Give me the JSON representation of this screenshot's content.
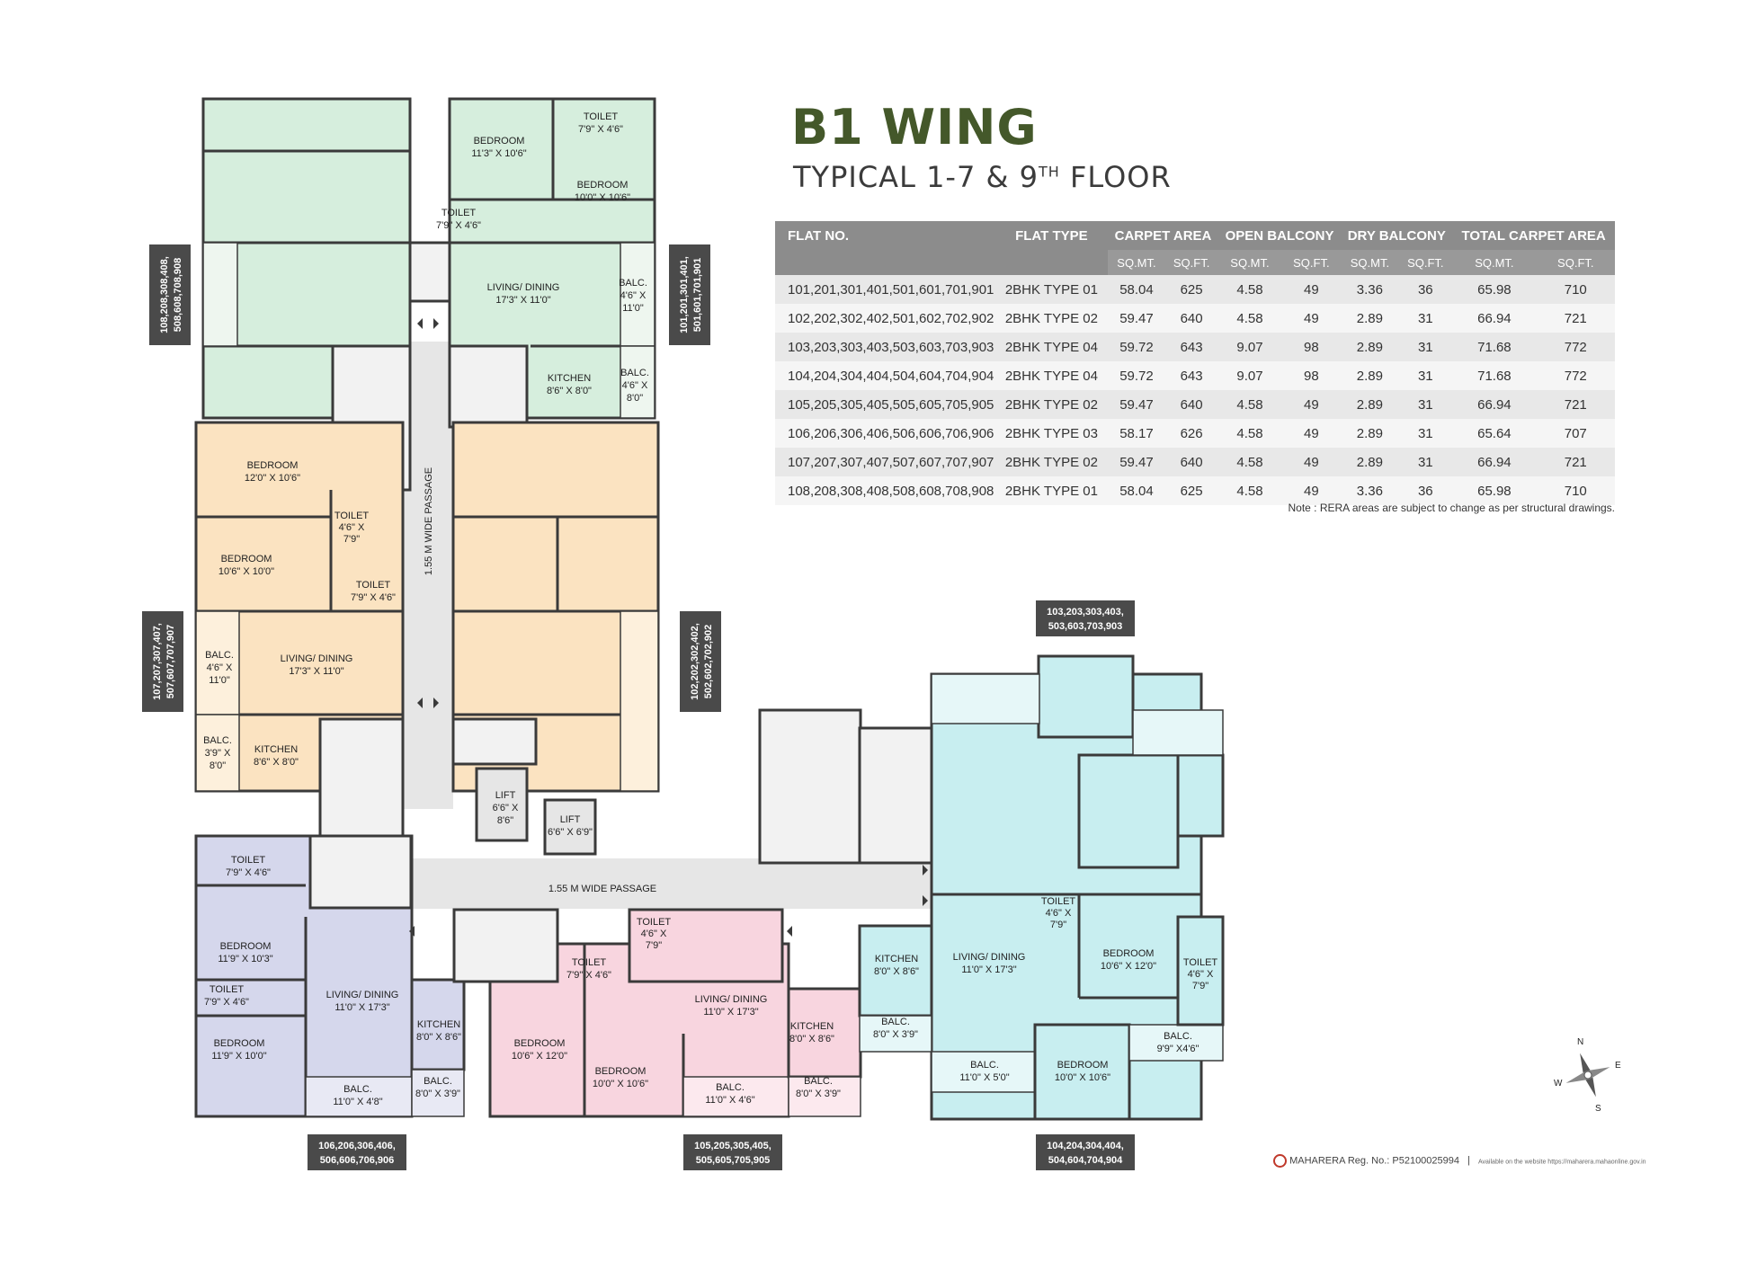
{
  "header": {
    "title": "B1 WING",
    "subtitle": "TYPICAL 1-7 & 9",
    "subtitle_sup": "TH",
    "subtitle_end": " FLOOR"
  },
  "table": {
    "headers": {
      "flat_no": "FLAT NO.",
      "flat_type": "FLAT TYPE",
      "carpet": "CARPET AREA",
      "open_balcony": "OPEN BALCONY",
      "dry_balcony": "DRY BALCONY",
      "total": "TOTAL CARPET AREA",
      "sqmt": "SQ.MT.",
      "sqft": "SQ.FT."
    },
    "rows": [
      [
        "101,201,301,401,501,601,701,901",
        "2BHK TYPE 01",
        "58.04",
        "625",
        "4.58",
        "49",
        "3.36",
        "36",
        "65.98",
        "710"
      ],
      [
        "102,202,302,402,501,602,702,902",
        "2BHK TYPE 02",
        "59.47",
        "640",
        "4.58",
        "49",
        "2.89",
        "31",
        "66.94",
        "721"
      ],
      [
        "103,203,303,403,503,603,703,903",
        "2BHK TYPE 04",
        "59.72",
        "643",
        "9.07",
        "98",
        "2.89",
        "31",
        "71.68",
        "772"
      ],
      [
        "104,204,304,404,504,604,704,904",
        "2BHK TYPE 04",
        "59.72",
        "643",
        "9.07",
        "98",
        "2.89",
        "31",
        "71.68",
        "772"
      ],
      [
        "105,205,305,405,505,605,705,905",
        "2BHK TYPE 02",
        "59.47",
        "640",
        "4.58",
        "49",
        "2.89",
        "31",
        "66.94",
        "721"
      ],
      [
        "106,206,306,406,506,606,706,906",
        "2BHK TYPE 03",
        "58.17",
        "626",
        "4.58",
        "49",
        "2.89",
        "31",
        "65.64",
        "707"
      ],
      [
        "107,207,307,407,507,607,707,907",
        "2BHK TYPE 02",
        "59.47",
        "640",
        "4.58",
        "49",
        "2.89",
        "31",
        "66.94",
        "721"
      ],
      [
        "108,208,308,408,508,608,708,908",
        "2BHK TYPE 01",
        "58.04",
        "625",
        "4.58",
        "49",
        "3.36",
        "36",
        "65.98",
        "710"
      ]
    ],
    "note": "Note : RERA areas are subject to change as per structural drawings."
  },
  "footer": {
    "rera": "MAHARERA Reg. No.: P52100025994",
    "sep": "|",
    "site": "Available on the website https://maharera.mahaonline.gov.in"
  },
  "plan": {
    "colors": {
      "green": "#d6eedd",
      "orange": "#fbe3c1",
      "purple": "#d5d7ec",
      "pink": "#f8d5df",
      "cyan": "#c8eef0",
      "corridor": "#e6e6e6",
      "wall": "#3a3a3a",
      "tag": "#4a4a4a"
    },
    "flat_tags": {
      "t108a": "108,208,308,408,",
      "t108b": "508,608,708,908",
      "t101a": "101,201,301,401,",
      "t101b": "501,601,701,901",
      "t107a": "107,207,307,407,",
      "t107b": "507,607,707,907",
      "t102a": "102,202,302,402,",
      "t102b": "502,602,702,902",
      "t103a": "103,203,303,403,",
      "t103b": "503,603,703,903",
      "t106a": "106,206,306,406,",
      "t106b": "506,606,706,906",
      "t105a": "105,205,305,405,",
      "t105b": "505,605,705,905",
      "t104a": "104,204,304,404,",
      "t104b": "504,604,704,904"
    },
    "passage_v": "1.55 M WIDE PASSAGE",
    "passage_h": "1.55 M WIDE PASSAGE",
    "rooms": {
      "g_bed1": "BEDROOM",
      "g_bed1_d": "11'3\" X 10'6\"",
      "g_toilet1": "TOILET",
      "g_toilet1_d": "7'9\" X 4'6\"",
      "g_bed2": "BEDROOM",
      "g_bed2_d": "10'0\" X 10'6\"",
      "g_toilet2": "TOILET",
      "g_toilet2_d": "7'9\" X 4'6\"",
      "g_living": "LIVING/ DINING",
      "g_living_d": "17'3\" X 11'0\"",
      "g_balc1": "BALC.",
      "g_balc1_d1": "4'6\" X",
      "g_balc1_d2": "11'0\"",
      "g_kitchen": "KITCHEN",
      "g_kitchen_d": "8'6\" X 8'0\"",
      "g_balc2": "BALC.",
      "g_balc2_d1": "4'6\" X",
      "g_balc2_d2": "8'0\"",
      "o_bed1": "BEDROOM",
      "o_bed1_d": "12'0\" X 10'6\"",
      "o_toilet1": "TOILET",
      "o_toilet1_d1": "4'6\" X",
      "o_toilet1_d2": "7'9\"",
      "o_bed2": "BEDROOM",
      "o_bed2_d": "10'6\" X 10'0\"",
      "o_toilet2": "TOILET",
      "o_toilet2_d": "7'9\" X 4'6\"",
      "o_balc1": "BALC.",
      "o_balc1_d1": "4'6\" X",
      "o_balc1_d2": "11'0\"",
      "o_living": "LIVING/ DINING",
      "o_living_d": "17'3\" X 11'0\"",
      "o_balc2": "BALC.",
      "o_balc2_d1": "3'9\" X",
      "o_balc2_d2": "8'0\"",
      "o_kitchen": "KITCHEN",
      "o_kitchen_d": "8'6\" X 8'0\"",
      "lift1": "LIFT",
      "lift1_d1": "6'6\" X",
      "lift1_d2": "8'6\"",
      "lift2": "LIFT",
      "lift2_d": "6'6\" X 6'9\"",
      "p_toilet1": "TOILET",
      "p_toilet1_d": "7'9\" X 4'6\"",
      "p_bed1": "BEDROOM",
      "p_bed1_d": "11'9\" X 10'3\"",
      "p_toilet2": "TOILET",
      "p_toilet2_d": "7'9\" X 4'6\"",
      "p_bed2": "BEDROOM",
      "p_bed2_d": "11'9\" X 10'0\"",
      "p_living": "LIVING/ DINING",
      "p_living_d": "11'0\" X 17'3\"",
      "p_kitchen": "KITCHEN",
      "p_kitchen_d": "8'0\" X 8'6\"",
      "p_balc1": "BALC.",
      "p_balc1_d": "11'0\" X 4'8\"",
      "p_balc2": "BALC.",
      "p_balc2_d": "8'0\" X 3'9\"",
      "k_toilet1": "TOILET",
      "k_toilet1_d1": "4'6\" X",
      "k_toilet1_d2": "7'9\"",
      "k_toilet2": "TOILET",
      "k_toilet2_d": "7'9\" X 4'6\"",
      "k_living": "LIVING/ DINING",
      "k_living_d": "11'0\" X 17'3\"",
      "k_bed1": "BEDROOM",
      "k_bed1_d": "10'6\" X 12'0\"",
      "k_bed2": "BEDROOM",
      "k_bed2_d": "10'0\" X 10'6\"",
      "k_kitchen": "KITCHEN",
      "k_kitchen_d": "8'0\" X 8'6\"",
      "k_balc1": "BALC.",
      "k_balc1_d": "11'0\" X 4'6\"",
      "k_balc2": "BALC.",
      "k_balc2_d": "8'0\" X 3'9\"",
      "c_kitchen": "KITCHEN",
      "c_kitchen_d": "8'0\" X 8'6\"",
      "c_balc1": "BALC.",
      "c_balc1_d": "8'0\" X 3'9\"",
      "c_living": "LIVING/ DINING",
      "c_living_d": "11'0\" X 17'3\"",
      "c_toilet1": "TOILET",
      "c_toilet1_d1": "4'6\" X",
      "c_toilet1_d2": "7'9\"",
      "c_bed1": "BEDROOM",
      "c_bed1_d": "10'6\" X 12'0\"",
      "c_toilet2": "TOILET",
      "c_toilet2_d1": "4'6\" X",
      "c_toilet2_d2": "7'9\"",
      "c_balc2": "BALC.",
      "c_balc2_d": "11'0\" X 5'0\"",
      "c_bed2": "BEDROOM",
      "c_bed2_d": "10'0\" X 10'6\"",
      "c_balc3": "BALC.",
      "c_balc3_d": "9'9\" X4'6\""
    },
    "compass": {
      "n": "N",
      "e": "E",
      "s": "S",
      "w": "W"
    }
  }
}
